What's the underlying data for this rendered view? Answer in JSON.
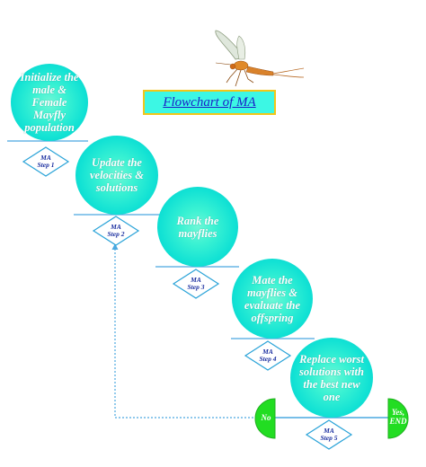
{
  "title": "Flowchart of  MA",
  "colors": {
    "circle": "#1ee8d4",
    "title_fill": "#3cf7e4",
    "title_border": "#f2c618",
    "title_text": "#1c1cc8",
    "line": "#4aa8e0",
    "semicircle": "#22dd22",
    "diamond_border": "#2aa3d8"
  },
  "mayfly_icon": "mayfly-insect-icon",
  "steps": [
    {
      "text": "Initialize the male & Female Mayfly population",
      "label_line1": "MA",
      "label_line2": "Step 1"
    },
    {
      "text": "Update the velocities & solutions",
      "label_line1": "MA",
      "label_line2": "Step 2"
    },
    {
      "text": "Rank the mayflies",
      "label_line1": "MA",
      "label_line2": "Step 3"
    },
    {
      "text": "Mate the mayflies & evaluate the offspring",
      "label_line1": "MA",
      "label_line2": "Step 4"
    },
    {
      "text": "Replace worst solutions with the best new one",
      "label_line1": "MA",
      "label_line2": "Step 5"
    }
  ],
  "decision": {
    "no": "No",
    "yes_line1": "Yes,",
    "yes_line2": "END"
  }
}
